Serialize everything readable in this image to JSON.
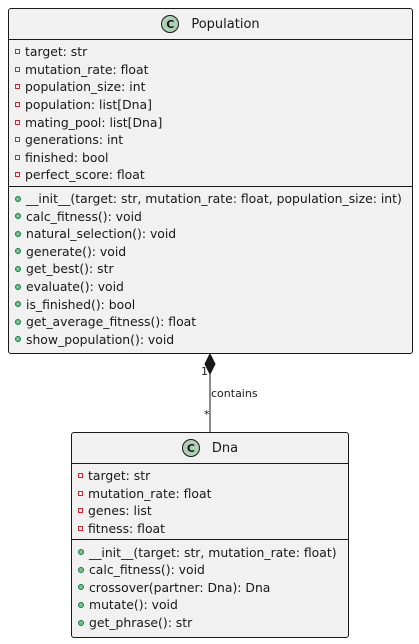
{
  "classes": {
    "population": {
      "name": "Population",
      "icon": "C",
      "attributes": [
        "target: str",
        "mutation_rate: float",
        "population_size: int",
        "population: list[Dna]",
        "mating_pool: list[Dna]",
        "generations: int",
        "finished: bool",
        "perfect_score: float"
      ],
      "methods": [
        "__init__(target: str, mutation_rate: float, population_size: int)",
        "calc_fitness(): void",
        "natural_selection(): void",
        "generate(): void",
        "get_best(): str",
        "evaluate(): void",
        "is_finished(): bool",
        "get_average_fitness(): float",
        "show_population(): void"
      ]
    },
    "dna": {
      "name": "Dna",
      "icon": "C",
      "attributes": [
        "target: str",
        "mutation_rate: float",
        "genes: list",
        "fitness: float"
      ],
      "methods": [
        "__init__(target: str, mutation_rate: float)",
        "calc_fitness(): void",
        "crossover(partner: Dna): Dna",
        "mutate(): void",
        "get_phrase(): str"
      ]
    }
  },
  "relation": {
    "label": "contains",
    "source_multiplicity": "1",
    "target_multiplicity": "*"
  },
  "colors": {
    "class_fill": "#f1f1f1",
    "border": "#181818",
    "class_icon": "#add1b2",
    "private_marker": "#c82930",
    "public_marker": "#84be84"
  }
}
